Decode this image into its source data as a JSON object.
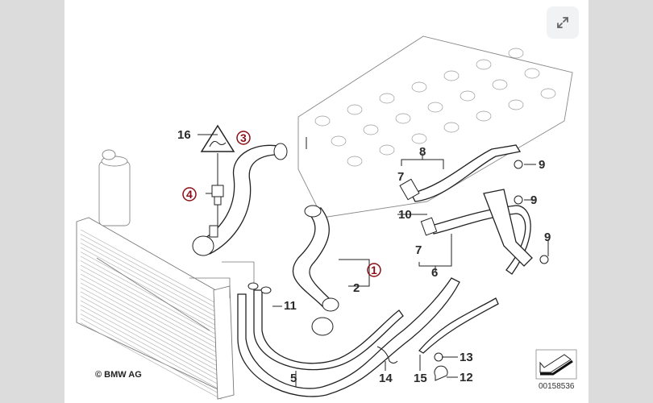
{
  "viewer": {
    "expand_button_icon": "expand-arrows-icon",
    "background_color": "#dcdcdc",
    "panel_color": "#ffffff"
  },
  "diagram": {
    "title": "BMW cooling system water hoses",
    "copyright": "© BMW AG",
    "image_code": "00158536",
    "highlight_color": "#8b0e16",
    "callouts": [
      {
        "id": "1",
        "highlighted": true
      },
      {
        "id": "2",
        "highlighted": false
      },
      {
        "id": "3",
        "highlighted": true
      },
      {
        "id": "4",
        "highlighted": true
      },
      {
        "id": "5",
        "highlighted": false
      },
      {
        "id": "6",
        "highlighted": false
      },
      {
        "id": "7",
        "highlighted": false
      },
      {
        "id": "7",
        "highlighted": false
      },
      {
        "id": "8",
        "highlighted": false
      },
      {
        "id": "9",
        "highlighted": false
      },
      {
        "id": "9",
        "highlighted": false
      },
      {
        "id": "9",
        "highlighted": false
      },
      {
        "id": "10",
        "highlighted": false
      },
      {
        "id": "11",
        "highlighted": false
      },
      {
        "id": "12",
        "highlighted": false
      },
      {
        "id": "13",
        "highlighted": false
      },
      {
        "id": "14",
        "highlighted": false
      },
      {
        "id": "15",
        "highlighted": false
      },
      {
        "id": "16",
        "highlighted": false
      }
    ],
    "components": [
      "radiator",
      "expansion-tank",
      "cylinder-head",
      "temperature-sensor",
      "warning-label",
      "upper-hose",
      "lower-hose",
      "water-pipes",
      "clips",
      "cable-tie"
    ]
  }
}
